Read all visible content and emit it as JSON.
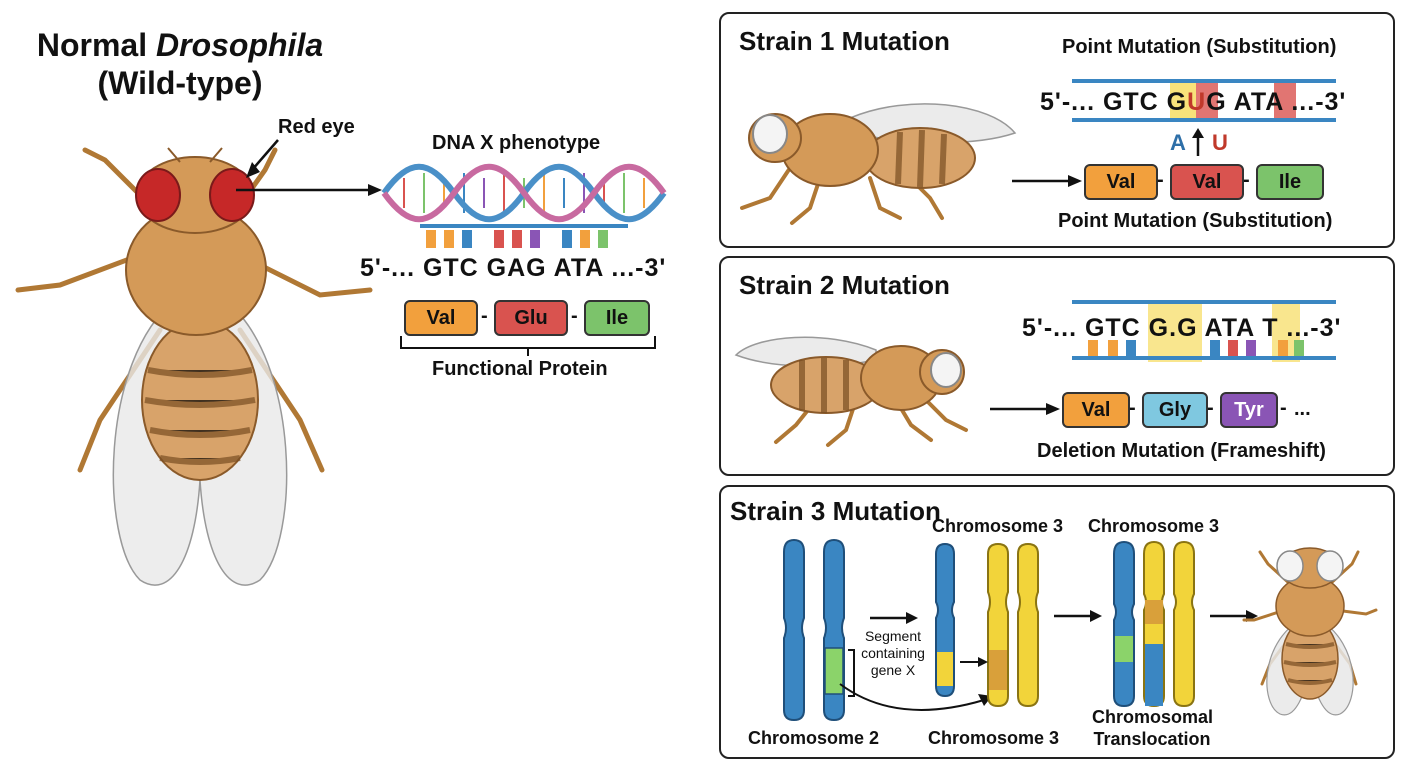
{
  "wildtype": {
    "title_line1_prefix": "Normal ",
    "title_line1_italic": "Drosophila",
    "title_line2": "(Wild-type)",
    "red_eye_label": "Red eye",
    "dna_label": "DNA X phenotype",
    "sequence": "5'-... GTC GAG ATA ...-3'",
    "amino_acids": [
      "Val",
      "Glu",
      "Ile"
    ],
    "protein_label": "Functional Protein"
  },
  "strain1": {
    "title": "Strain 1 Mutation",
    "top_label": "Point Mutation (Substitution)",
    "seq_prefix": "5'-... GTC G",
    "seq_mut": "U",
    "seq_mid": "G ATA",
    "seq_suffix": " ...-3'",
    "change_from": "A",
    "change_to": "U",
    "amino_acids": [
      "Val",
      "Val",
      "Ile"
    ],
    "bottom_label": "Point Mutation (Substitution)"
  },
  "strain2": {
    "title": "Strain 2 Mutation",
    "sequence": "5'-... GTC G.G ATA T ...-3'",
    "amino_acids": [
      "Val",
      "Gly",
      "Tyr"
    ],
    "trailing": "...",
    "bottom_label": "Deletion Mutation (Frameshift)"
  },
  "strain3": {
    "title": "Strain 3 Mutation",
    "chromosome2_label": "Chromosome 2",
    "chromosome3_label_top_a": "Chromosome 3",
    "chromosome3_label_bottom": "Chromosome 3",
    "chromosome3_label_top_b": "Chromosome 3",
    "segment_label": "Segment containing gene X",
    "translocation_label": "Chromosomal Translocation"
  },
  "colors": {
    "val": "#f2a03d",
    "glu": "#d9534f",
    "ile": "#7cc36b",
    "gly": "#7fc8e0",
    "tyr": "#8a55b5",
    "chrom2": "#3a86c2",
    "chrom3": "#f2d43a",
    "segment": "#8bd36a",
    "highlight": "#f8e27a",
    "mutation_red": "#c0392b",
    "mutation_blue": "#2e6fa8"
  }
}
